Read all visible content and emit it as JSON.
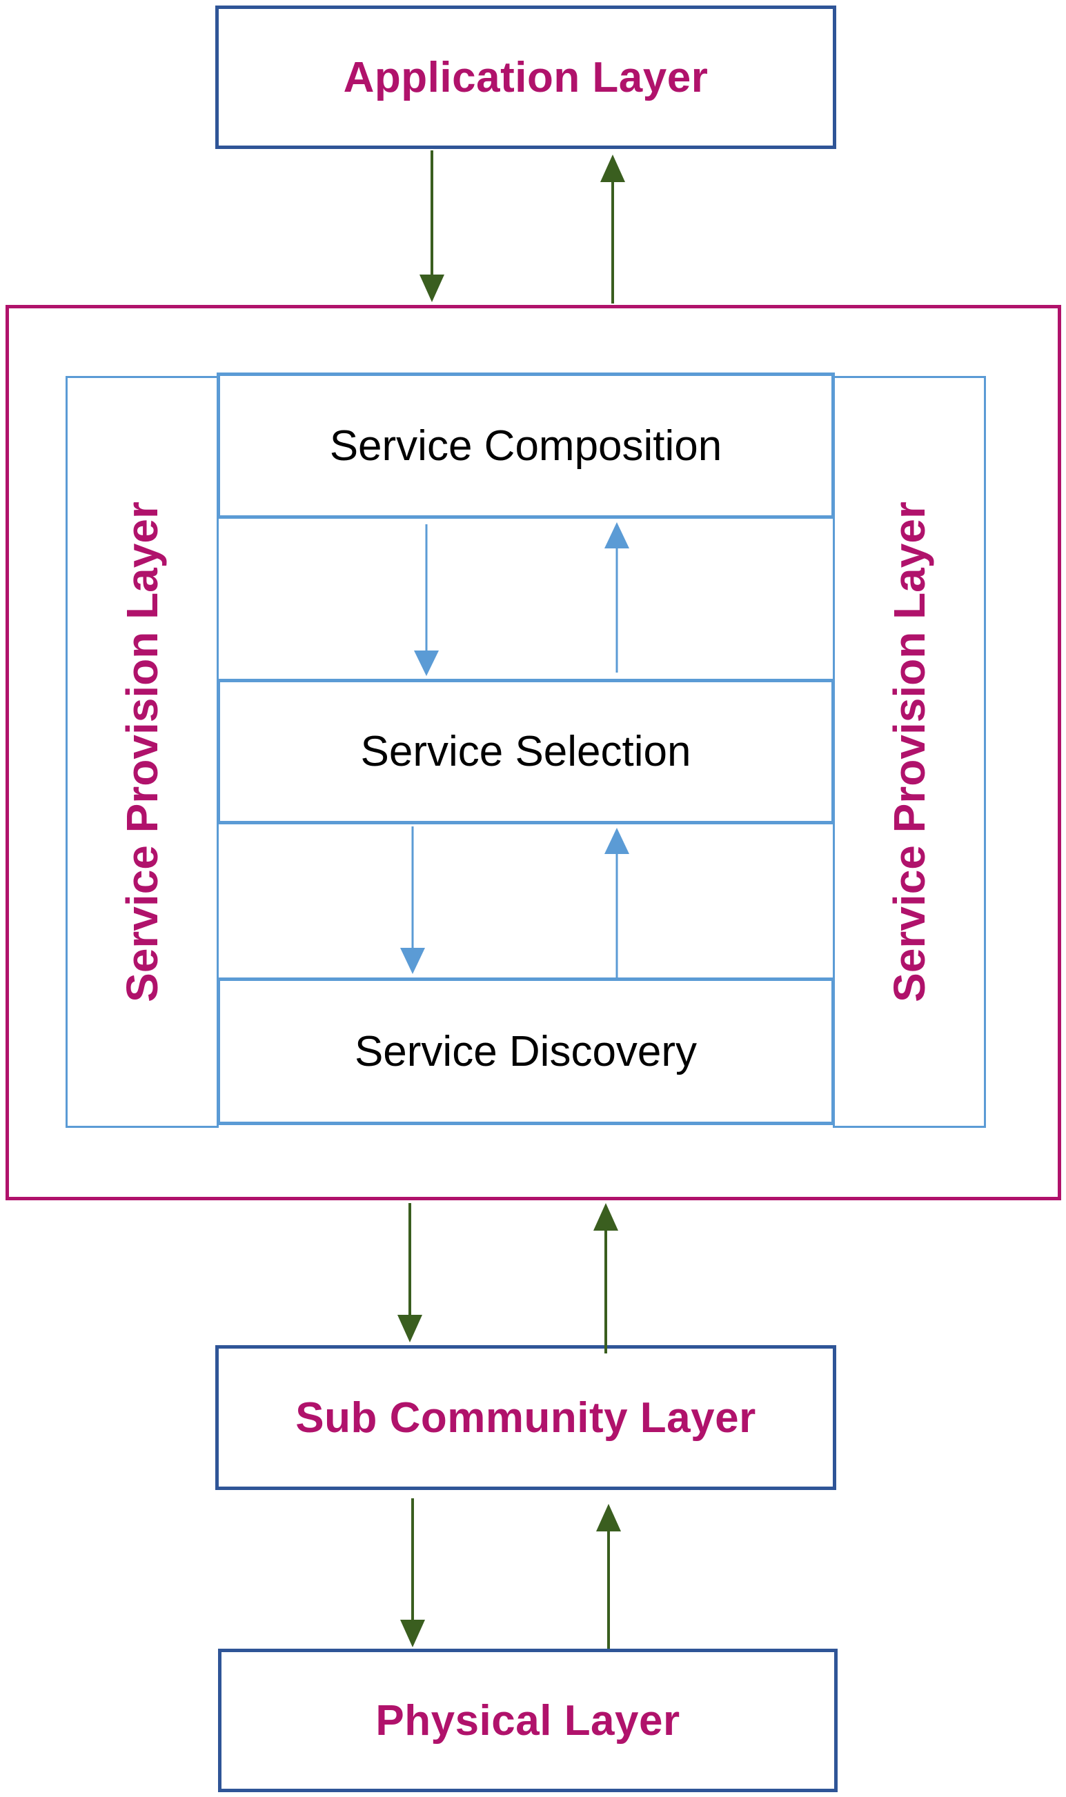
{
  "layers": {
    "application": "Application Layer",
    "sub_community": "Sub Community Layer",
    "physical": "Physical Layer"
  },
  "service_provision": {
    "left_label": "Service Provision Layer",
    "right_label": "Service Provision Layer",
    "inner": {
      "composition": "Service Composition",
      "selection": "Service Selection",
      "discovery": "Service Discovery"
    }
  },
  "colors": {
    "outer_border": "#2f5597",
    "label_magenta": "#b0126b",
    "inner_blue": "#5b9bd5",
    "arrow_green": "#3a5e1f"
  },
  "icons": {
    "arrow_down": "arrow-down-icon",
    "arrow_up": "arrow-up-icon"
  }
}
